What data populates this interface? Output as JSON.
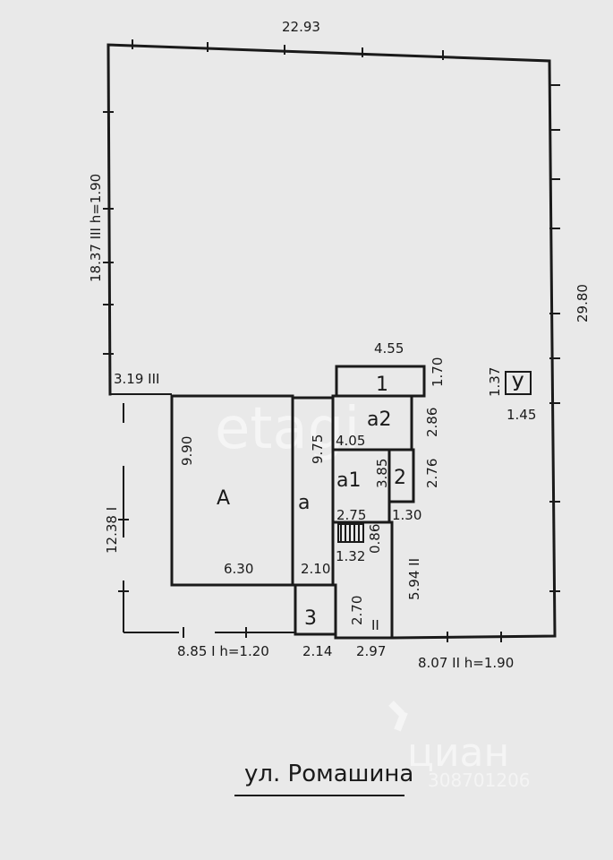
{
  "plot": {
    "top_width": "22.93",
    "left_upper": "18.37 III h=1.90",
    "right_side": "29.80",
    "left_step": "3.19 III",
    "left_lower": "12.38 I",
    "bottom_left": "8.85 I h=1.20",
    "bottom_right": "8.07 II h=1.90",
    "bottom_mid1": "2.14",
    "bottom_mid2": "2.97"
  },
  "rooms": {
    "A": {
      "label": "A",
      "height": "9.90",
      "width": "6.30"
    },
    "a": {
      "label": "a",
      "length": "9.75",
      "width": "2.10"
    },
    "a1": {
      "label": "a1",
      "top": "4.05",
      "side": "3.85",
      "bottom": "2.75"
    },
    "a2": {
      "label": "a2",
      "side": "2.86"
    },
    "r1": {
      "label": "1",
      "width": "4.55",
      "side": "1.70"
    },
    "r2": {
      "label": "2",
      "side": "2.76",
      "bottom": "1.30"
    },
    "r3": {
      "label": "3"
    },
    "stair": {
      "w": "1.32",
      "h": "0.86"
    },
    "corridor": {
      "side": "2.70",
      "label": "II",
      "outer": "5.94 II"
    },
    "toilet": {
      "label": "У",
      "side": "1.37",
      "bottom": "1.45"
    }
  },
  "street": "ул. Ромашина",
  "watermark": {
    "brand": "циан",
    "id": "308701206",
    "brand2": "etagi"
  }
}
